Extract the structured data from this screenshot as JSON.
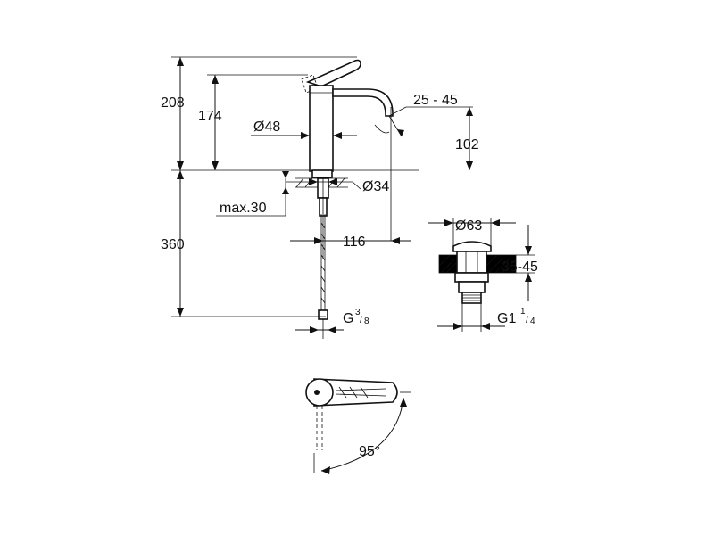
{
  "dimensions": {
    "total_height": "208",
    "spout_height": "174",
    "body_diameter": "Ø48",
    "angle_range": "25 - 45",
    "spout_outlet_height": "102",
    "hole_diameter": "Ø34",
    "max_thickness": "max.30",
    "hose_length": "360",
    "spout_reach": "116",
    "connection_thread_main": "G",
    "connection_thread_sup": "3",
    "connection_thread_sub": "8",
    "waste_diameter": "Ø63",
    "waste_range": "35-45",
    "waste_thread_main": "G1",
    "waste_thread_sup": "1",
    "waste_thread_sub": "4",
    "lever_rotation": "95°"
  }
}
